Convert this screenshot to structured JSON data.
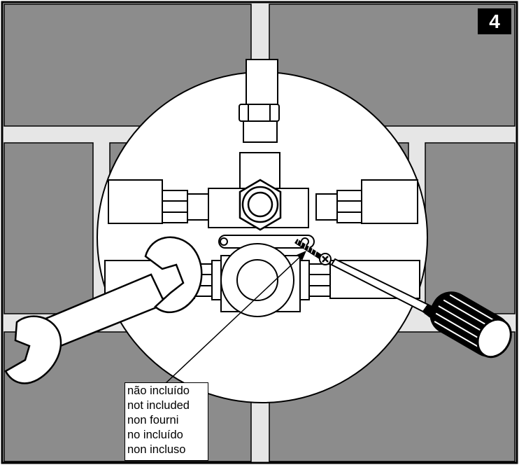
{
  "step_number": "4",
  "callout_lines": [
    "não incluído",
    "not included",
    "non fourni",
    "no incluído",
    "non incluso"
  ],
  "colors": {
    "tile": "#8c8c8c",
    "grout": "#e6e6e6",
    "outline": "#000000",
    "part_fill": "#ffffff",
    "badge": "#000000"
  },
  "icons": [
    "wrench-icon",
    "screwdriver-icon",
    "screw-icon",
    "valve-body-icon",
    "hex-nut-icon"
  ]
}
